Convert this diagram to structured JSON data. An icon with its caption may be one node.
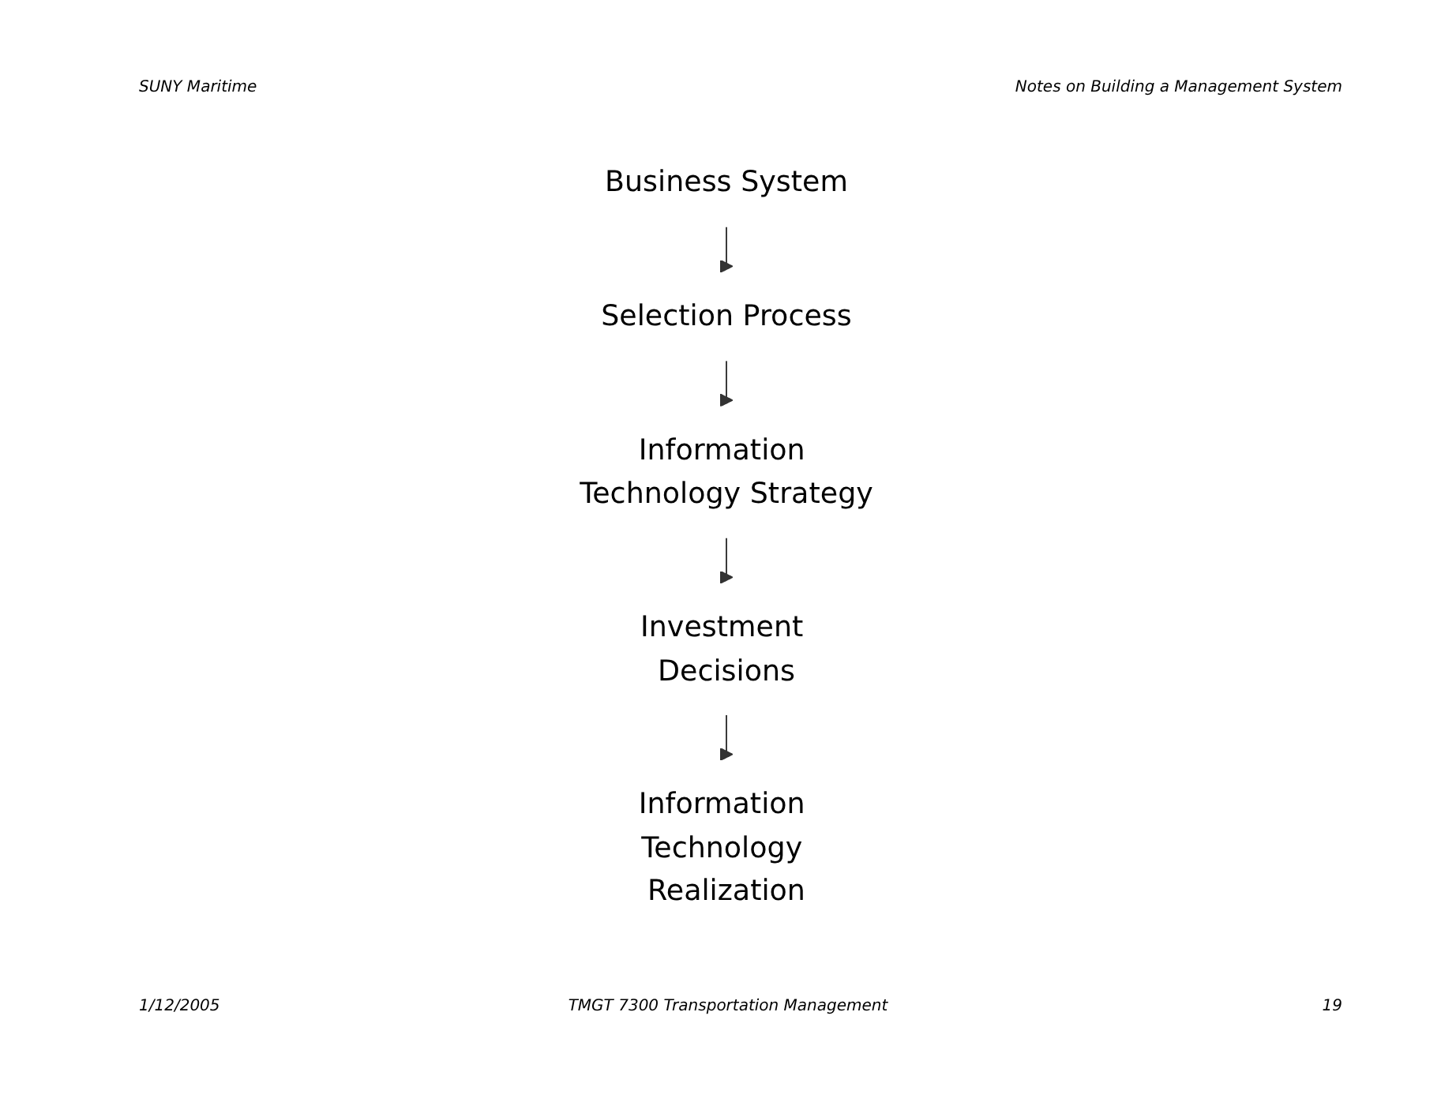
{
  "diagram": {
    "nodes": [
      {
        "text": [
          "Business System"
        ]
      },
      {
        "text": [
          "Selection Process"
        ]
      },
      {
        "text": [
          "Information Technology Strategy"
        ]
      },
      {
        "text": [
          "Investment Decisions"
        ]
      },
      {
        "text": [
          "Information Technology Realization"
        ]
      }
    ],
    "edges": [
      {
        "from": 0,
        "to": 1,
        "arrow": "to"
      },
      {
        "from": 1,
        "to": 2,
        "arrow": "to"
      },
      {
        "from": 2,
        "to": 3,
        "arrow": "to"
      },
      {
        "from": 3,
        "to": 4,
        "arrow": "to"
      }
    ],
    "labels": [
      "SUNY Maritime",
      "Notes on Building a Management System",
      "1/12/2005",
      "TMGT 7300 Transportation Management",
      "19"
    ]
  }
}
